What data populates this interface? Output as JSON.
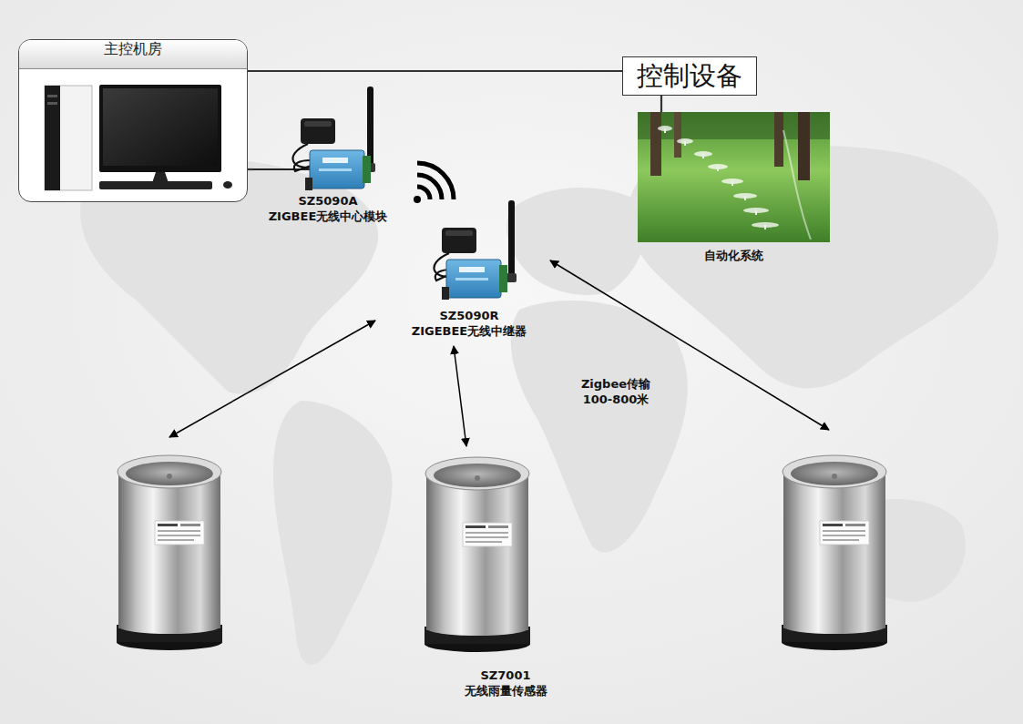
{
  "diagram": {
    "nodes": [
      {
        "text": [
          "主控机房"
        ]
      },
      {
        "text": [
          "SZ5090A ZIGBEE无线中心模块"
        ]
      },
      {
        "text": [
          "控制设备"
        ]
      },
      {
        "text": [
          "自动化系统"
        ]
      },
      {
        "text": [
          "SZ5090R ZIGEBEE无线中继器"
        ]
      },
      {
        "text": [
          "SZ7001 无线雨量传感器"
        ]
      }
    ],
    "edges": [
      {
        "from": 0,
        "to": 2,
        "arrow": "none"
      },
      {
        "from": 2,
        "to": 3,
        "arrow": "none"
      },
      {
        "from": 0,
        "to": 1,
        "arrow": "none"
      },
      {
        "from": 4,
        "to": 5,
        "arrow": "both"
      }
    ],
    "labels": [
      "Zigbee传输 100-800米"
    ]
  }
}
